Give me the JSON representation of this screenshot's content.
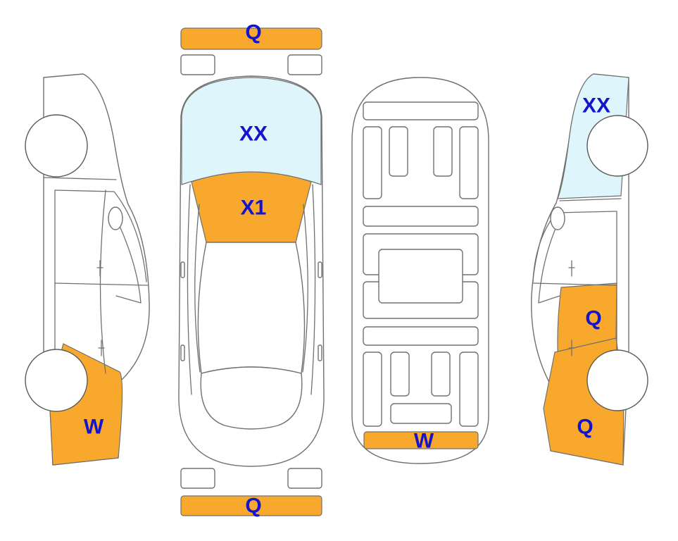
{
  "colors": {
    "damage_fill": "#f9a82e",
    "glass_fill": "#ddf5fb",
    "label_text": "#1414cc",
    "outline": "#707070"
  },
  "labels": {
    "front_bumper": "Q",
    "rear_bumper": "Q",
    "windshield": "XX",
    "hood": "X1",
    "underbody_rear": "W",
    "left_rear": "W",
    "right_front": "XX",
    "right_rear_door": "Q",
    "right_rear_quarter": "Q"
  }
}
